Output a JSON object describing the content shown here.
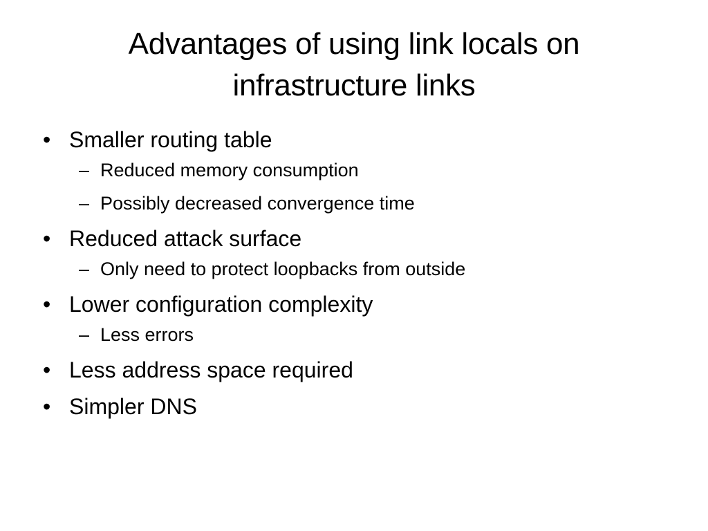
{
  "slide": {
    "title": "Advantages of using link locals on infrastructure links",
    "bullet_marker": "•",
    "sub_marker": "–",
    "bullets": [
      {
        "text": "Smaller routing table",
        "subs": [
          "Reduced memory consumption",
          "Possibly decreased convergence time"
        ]
      },
      {
        "text": "Reduced attack surface",
        "subs": [
          "Only need to protect loopbacks from outside"
        ]
      },
      {
        "text": "Lower configuration complexity",
        "subs": [
          "Less errors"
        ]
      },
      {
        "text": "Less address space required",
        "subs": []
      },
      {
        "text": "Simpler DNS",
        "subs": []
      }
    ]
  }
}
